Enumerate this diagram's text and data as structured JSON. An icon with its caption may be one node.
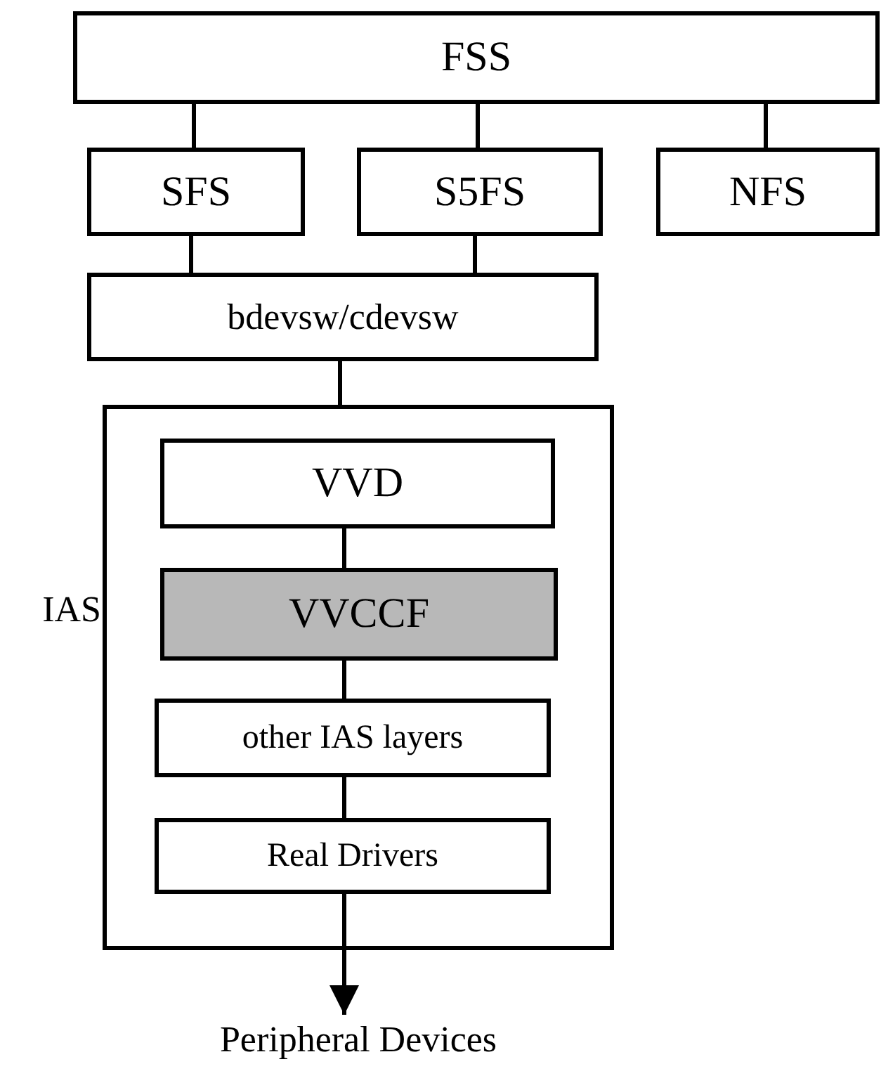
{
  "diagram": {
    "nodes": [
      {
        "text": [
          "FSS"
        ]
      },
      {
        "text": [
          "SFS"
        ]
      },
      {
        "text": [
          "S5FS"
        ]
      },
      {
        "text": [
          "NFS"
        ]
      },
      {
        "text": [
          "bdevsw/cdevsw"
        ]
      },
      {
        "text": [
          "IAS"
        ]
      },
      {
        "text": [
          "VVD"
        ],
        "in": 5
      },
      {
        "text": [
          "VVCCF"
        ],
        "in": 5
      },
      {
        "text": [
          "other IAS layers"
        ],
        "in": 5
      },
      {
        "text": [
          "Real Drivers"
        ],
        "in": 5
      },
      {
        "text": [
          "Peripheral Devices"
        ]
      }
    ],
    "edges": [
      {
        "from": 0,
        "to": 1,
        "arrow": "none"
      },
      {
        "from": 0,
        "to": 2,
        "arrow": "none"
      },
      {
        "from": 0,
        "to": 3,
        "arrow": "none"
      },
      {
        "from": 1,
        "to": 4,
        "arrow": "none"
      },
      {
        "from": 2,
        "to": 4,
        "arrow": "none"
      },
      {
        "from": 4,
        "to": 5,
        "arrow": "none"
      },
      {
        "from": 6,
        "to": 7,
        "arrow": "none"
      },
      {
        "from": 7,
        "to": 8,
        "arrow": "none"
      },
      {
        "from": 8,
        "to": 9,
        "arrow": "none"
      },
      {
        "from": 9,
        "to": 10,
        "arrow": "to"
      }
    ]
  }
}
